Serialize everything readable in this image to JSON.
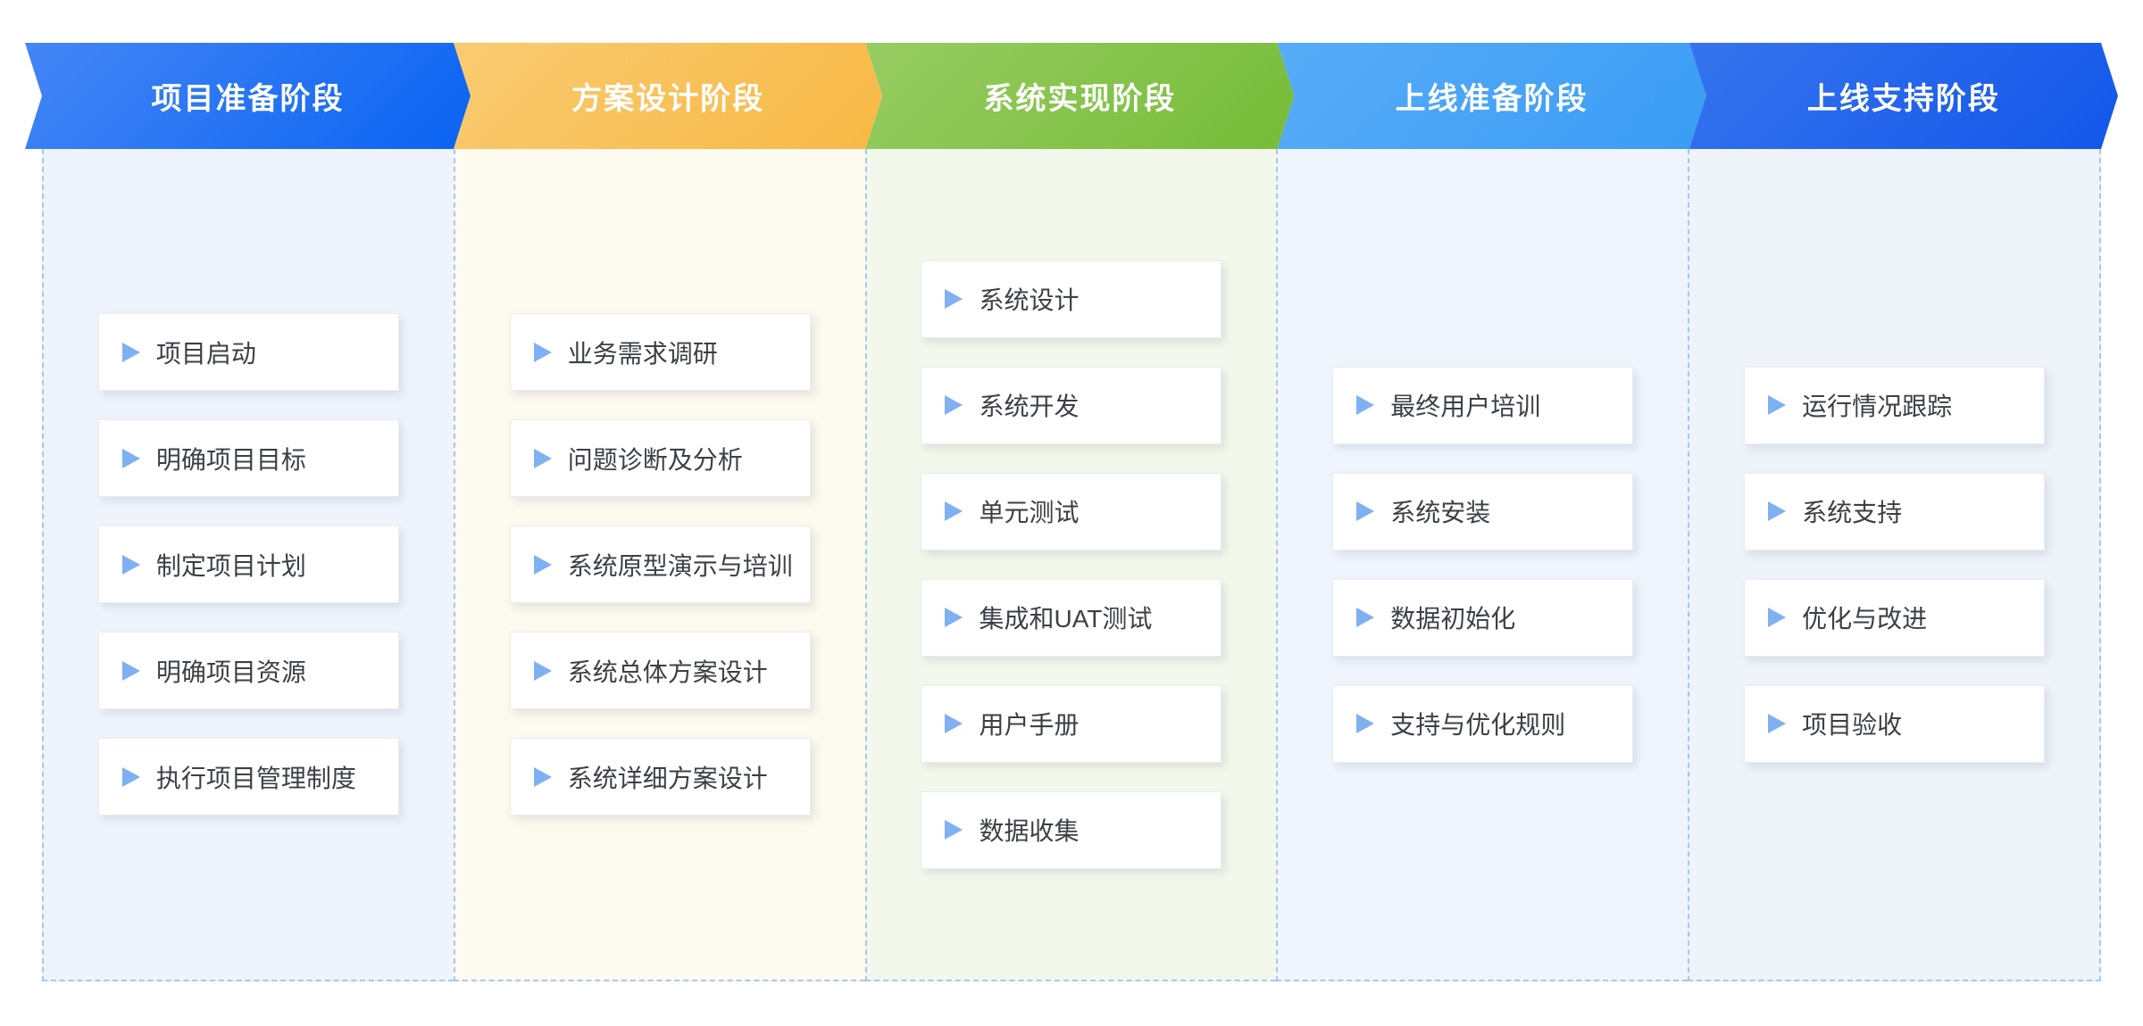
{
  "colors": {
    "page_background": "#ffffff",
    "dashed_border": "#a6c8ee",
    "card_background": "#ffffff",
    "card_border": "#ececec",
    "card_text": "#3b4046",
    "play_icon": "#7fb0f2",
    "header_text": "#ffffff"
  },
  "phases": [
    {
      "label": "项目准备阶段",
      "header_gradient": [
        "#4586f6",
        "#0a63f2"
      ],
      "column_bg": "#eff4fc",
      "tasks": [
        "项目启动",
        "明确项目目标",
        "制定项目计划",
        "明确项目资源",
        "执行项目管理制度"
      ]
    },
    {
      "label": "方案设计阶段",
      "header_gradient": [
        "#f9cb72",
        "#f8b844"
      ],
      "column_bg": "#fdfaef",
      "tasks": [
        "业务需求调研",
        "问题诊断及分析",
        "系统原型演示与培训",
        "系统总体方案设计",
        "系统详细方案设计"
      ]
    },
    {
      "label": "系统实现阶段",
      "header_gradient": [
        "#97cc62",
        "#76bc38"
      ],
      "column_bg": "#f3f8ec",
      "tasks": [
        "系统设计",
        "系统开发",
        "单元测试",
        "集成和UAT测试",
        "用户手册",
        "数据收集"
      ]
    },
    {
      "label": "上线准备阶段",
      "header_gradient": [
        "#58acf7",
        "#3a9cf5"
      ],
      "column_bg": "#f0f5fd",
      "tasks": [
        "最终用户培训",
        "系统安装",
        "数据初始化",
        "支持与优化规则"
      ]
    },
    {
      "label": "上线支持阶段",
      "header_gradient": [
        "#3674ed",
        "#1356ea"
      ],
      "column_bg": "#eff3fa",
      "tasks": [
        "运行情况跟踪",
        "系统支持",
        "优化与改进",
        "项目验收"
      ]
    }
  ]
}
